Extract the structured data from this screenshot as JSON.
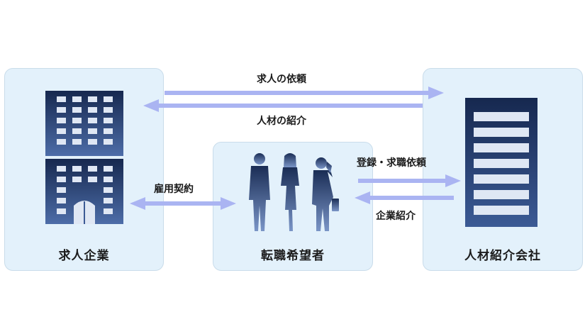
{
  "nodes": {
    "company": "求人企業",
    "candidate": "転職希望者",
    "agency": "人材紹介会社"
  },
  "flows": {
    "job_request": "求人の依頼",
    "talent_introduction": "人材の紹介",
    "employment_contract": "雇用契約",
    "registration_request": "登録・求職依頼",
    "company_introduction": "企業紹介"
  },
  "colors": {
    "box_fill": "#e3f1fb",
    "box_border": "#c9dcea",
    "arrow": "#aab4f2",
    "building_dark": "#16284f",
    "window": "#dfe7f4"
  }
}
